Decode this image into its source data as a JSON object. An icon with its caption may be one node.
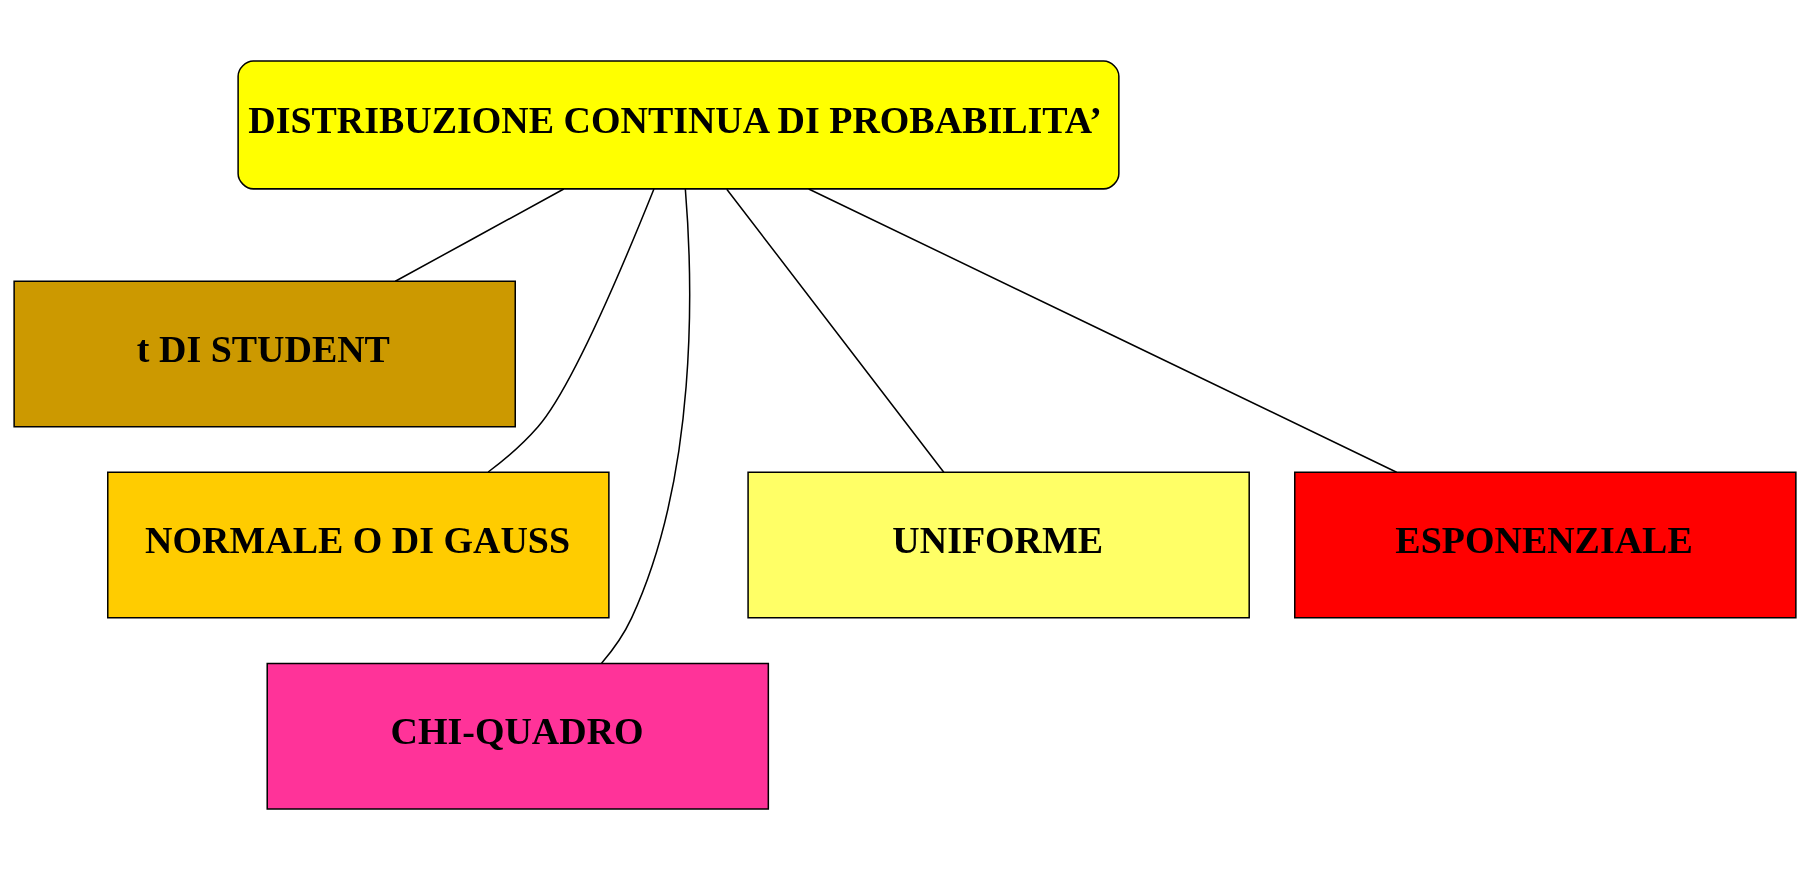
{
  "diagram": {
    "nodes": [
      {
        "text": [
          "DISTRIBUZIONE CONTINUA DI PROBABILITA’"
        ]
      },
      {
        "text": [
          "t DI STUDENT"
        ]
      },
      {
        "text": [
          "NORMALE O DI GAUSS"
        ]
      },
      {
        "text": [
          "CHI-QUADRO"
        ]
      },
      {
        "text": [
          "UNIFORME"
        ]
      },
      {
        "text": [
          "ESPONENZIALE"
        ]
      }
    ],
    "edges": [
      {
        "from": 0,
        "to": 1,
        "arrow": "none"
      },
      {
        "from": 0,
        "to": 4,
        "arrow": "none"
      },
      {
        "from": 0,
        "to": 2,
        "arrow": "none"
      },
      {
        "from": 0,
        "to": 5,
        "arrow": "none"
      },
      {
        "from": 0,
        "to": 3,
        "arrow": "none"
      }
    ]
  }
}
